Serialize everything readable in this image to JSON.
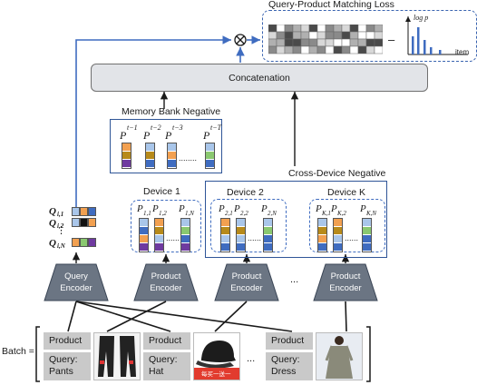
{
  "colors": {
    "accent_blue": "#3f6cc0",
    "arrow_black": "#1a1a1a",
    "encoder_fill": "#6b7583",
    "concat_fill": "#e2e4e8",
    "strip_orange": "#f2a050",
    "strip_purple": "#6f3aa0",
    "strip_gold": "#b78a1a",
    "strip_lightblue": "#a9c6ea",
    "strip_blue": "#3f6cc0",
    "strip_green": "#8ac870",
    "strip_black": "#111111"
  },
  "loss": {
    "title": "Query-Product Matching Loss",
    "minus": "–",
    "hist_ylabel": "log p",
    "hist_xlabel": "item",
    "icon": "histogram-icon"
  },
  "concat": {
    "label": "Concatenation"
  },
  "combine_symbol": "⊗",
  "memory_bank": {
    "title": "Memory Bank Negative",
    "labels": [
      "P",
      "P",
      "P",
      "P"
    ],
    "superscripts": [
      "t−1",
      "t−2",
      "t−3",
      "t−T"
    ],
    "dots": "........"
  },
  "cross_device": {
    "title": "Cross-Device Negative"
  },
  "queries": {
    "labels": [
      "Q",
      "Q",
      "Q"
    ],
    "subscripts": [
      "i,1",
      "i,2",
      "i,N"
    ],
    "dots": "⋮"
  },
  "devices": [
    {
      "title": "Device 1",
      "labels": [
        "P",
        "P",
        "P"
      ],
      "subs": [
        "1,1",
        "1,2",
        "1,N"
      ],
      "dots": "......"
    },
    {
      "title": "Device 2",
      "labels": [
        "P",
        "P",
        "P"
      ],
      "subs": [
        "2,1",
        "2,2",
        "2,N"
      ],
      "dots": "......"
    },
    {
      "title": "Device K",
      "labels": [
        "P",
        "P",
        "P"
      ],
      "subs": [
        "K,1",
        "K,2",
        "K,N"
      ],
      "dots": "......"
    }
  ],
  "encoders": {
    "query": [
      "Query",
      "Encoder"
    ],
    "product": [
      "Product",
      "Encoder"
    ],
    "ellipsis": "..."
  },
  "batch": {
    "label": "Batch =",
    "items": [
      {
        "product": "Product",
        "query_label": "Query:",
        "query_value": "Pants",
        "image": "pants-photo"
      },
      {
        "product": "Product",
        "query_label": "Query:",
        "query_value": "Hat",
        "image": "hat-photo"
      },
      {
        "product": "Product",
        "query_label": "Query:",
        "query_value": "Dress",
        "image": "dress-photo"
      }
    ],
    "ellipsis": "...",
    "hat_banner_text": "每买一送一"
  }
}
